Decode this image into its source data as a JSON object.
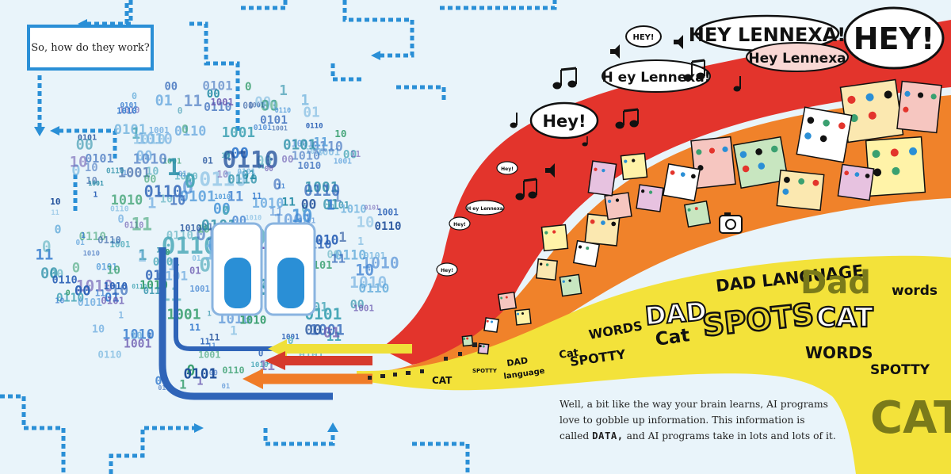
{
  "question": "So, how do they work?",
  "paragraph": {
    "part1": "Well, a bit like the way your brain learns, AI programs love to gobble up information. This information is called ",
    "emphasis": "DATA,",
    "part2": " and AI programs take in lots and lots of it."
  },
  "binary_tokens": [
    "1010",
    "0101",
    "1001",
    "0110",
    "10",
    "01",
    "11",
    "00",
    "0",
    "1"
  ],
  "speech": {
    "big_hey": "HEY!",
    "hey_lennexa_caps": "HEY LENNEXA!",
    "hey_lennexa_1": "Hey Lennexa",
    "hey_lennexa_2": "H ey Lennexa!",
    "hey_small": "HEY!",
    "hey_mid": "Hey!",
    "tiny_hey": "Hey!",
    "tiny_lennexa": "H ey Lennexa"
  },
  "words": {
    "dad_language_caps": "DAD LANGUAGE",
    "dad_script": "Dad",
    "words_lower": "words",
    "dad_caps": "DAD",
    "spots": "SPOTS",
    "cat_caps": "CAT",
    "words_caps_1": "WORDS",
    "cat_title": "Cat",
    "spotty_caps": "SPOTTY",
    "words_caps_2": "WORDS",
    "spotty_caps_2": "SPOTTY",
    "cat_big": "CAT",
    "dad_small": "DAD",
    "language_small": "language",
    "cat_small_title": "Cat",
    "spotty_small": "SPOTTY",
    "cat_tail": "CAT"
  },
  "colors": {
    "background": "#e9f4fa",
    "circuit_blue": "#2a8fd6",
    "band_red": "#e3342c",
    "band_orange": "#f0822a",
    "band_yellow": "#f3e23a",
    "arrow_red": "#d63a2c",
    "arrow_orange": "#f07c28",
    "arrow_yellow": "#efe03a",
    "robot_blue": "#2f64b8"
  }
}
